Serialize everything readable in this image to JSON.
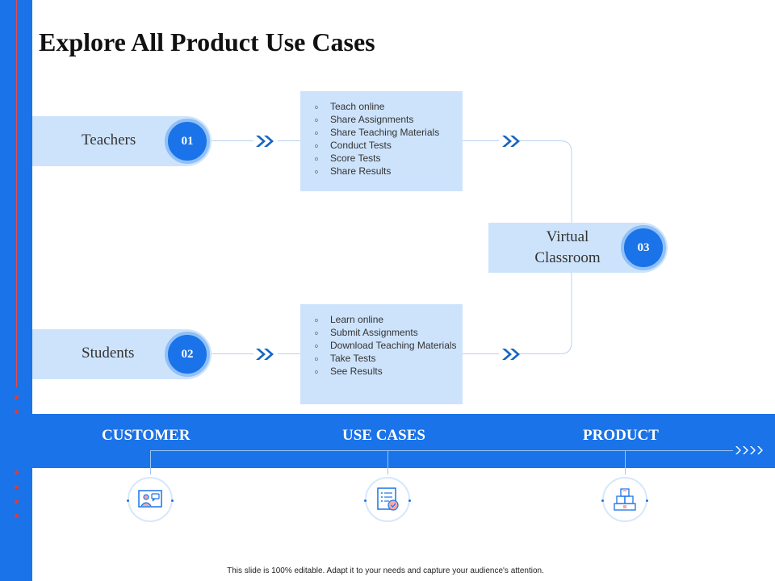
{
  "title": "Explore All Product Use Cases",
  "colors": {
    "accent": "#1a73e8",
    "light": "#cde3fb",
    "red": "#e53935"
  },
  "teachers": {
    "label": "Teachers",
    "number": "01",
    "items": [
      "Teach online",
      "Share Assignments",
      "Share Teaching Materials",
      "Conduct Tests",
      "Score Tests",
      "Share Results"
    ]
  },
  "students": {
    "label": "Students",
    "number": "02",
    "items": [
      "Learn online",
      "Submit Assignments",
      "Download Teaching Materials",
      "Take Tests",
      "See Results"
    ]
  },
  "product": {
    "label_line1": "Virtual",
    "label_line2": "Classroom",
    "number": "03"
  },
  "band": {
    "customer": "CUSTOMER",
    "use_cases": "USE CASES",
    "product": "PRODUCT"
  },
  "icons": {
    "customer": "presenter-icon",
    "use_cases": "checklist-icon",
    "product": "boxes-icon"
  },
  "footer": "This slide is 100% editable. Adapt it to your needs and capture your audience's attention."
}
